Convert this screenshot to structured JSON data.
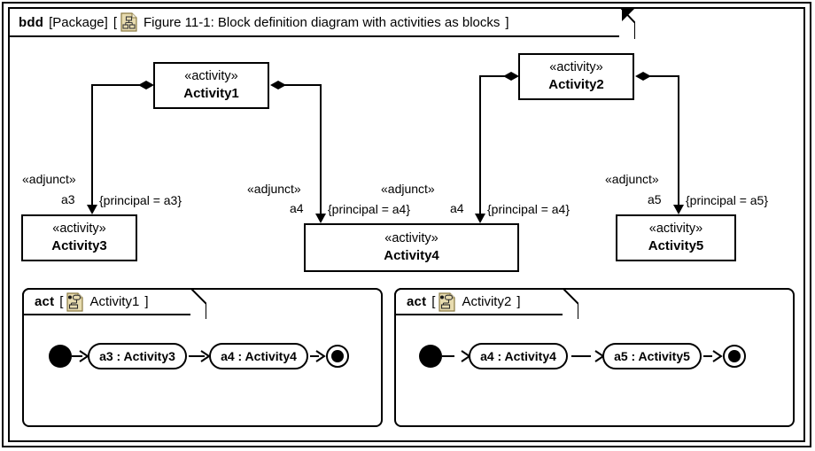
{
  "diagram": {
    "frame": {
      "keyword": "bdd",
      "scope": "[Package]",
      "bracket_open": "[",
      "icon": "bdd-diagram-icon",
      "title": "Figure 11-1: Block definition diagram with activities as blocks",
      "bracket_close": "]"
    },
    "blocks": [
      {
        "id": "activity1",
        "stereotype": "«activity»",
        "name": "Activity1"
      },
      {
        "id": "activity2",
        "stereotype": "«activity»",
        "name": "Activity2"
      },
      {
        "id": "activity3",
        "stereotype": "«activity»",
        "name": "Activity3"
      },
      {
        "id": "activity4",
        "stereotype": "«activity»",
        "name": "Activity4"
      },
      {
        "id": "activity5",
        "stereotype": "«activity»",
        "name": "Activity5"
      }
    ],
    "associations": [
      {
        "id": "a3",
        "from": "activity1",
        "to": "activity3",
        "stereotype": "«adjunct»",
        "end_name": "a3",
        "constraint": "{principal = a3}"
      },
      {
        "id": "a4-from-activity1",
        "from": "activity1",
        "to": "activity4",
        "stereotype": "«adjunct»",
        "end_name": "a4",
        "constraint": "{principal = a4}"
      },
      {
        "id": "a4-from-activity2",
        "from": "activity2",
        "to": "activity4",
        "stereotype": "«adjunct»",
        "end_name": "a4",
        "constraint": "{principal = a4}"
      },
      {
        "id": "a5",
        "from": "activity2",
        "to": "activity5",
        "stereotype": "«adjunct»",
        "end_name": "a5",
        "constraint": "{principal = a5}"
      }
    ],
    "activity_frames": [
      {
        "id": "act-activity1",
        "keyword": "act",
        "bracket_open": "[",
        "icon": "activity-diagram-icon",
        "title": "Activity1",
        "bracket_close": "]",
        "nodes": [
          {
            "type": "initial",
            "label": ""
          },
          {
            "type": "action",
            "label": "a3 : Activity3"
          },
          {
            "type": "action",
            "label": "a4 : Activity4"
          },
          {
            "type": "final",
            "label": ""
          }
        ]
      },
      {
        "id": "act-activity2",
        "keyword": "act",
        "bracket_open": "[",
        "icon": "activity-diagram-icon",
        "title": "Activity2",
        "bracket_close": "]",
        "nodes": [
          {
            "type": "initial",
            "label": ""
          },
          {
            "type": "action",
            "label": "a4 : Activity4"
          },
          {
            "type": "action",
            "label": "a5 : Activity5"
          },
          {
            "type": "final",
            "label": ""
          }
        ]
      }
    ],
    "colors": {
      "line": "#000000",
      "background": "#ffffff",
      "icon_fill": "#e8dcb0",
      "icon_stroke": "#8a7a42"
    }
  }
}
